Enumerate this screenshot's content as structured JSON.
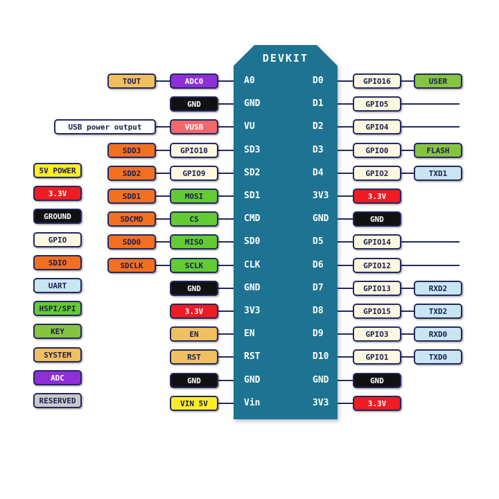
{
  "title": "DEVKIT",
  "colors": {
    "chip": "#1d7391",
    "wire": "#23275f",
    "background": "#ffffff"
  },
  "types": {
    "power5v": {
      "bg": "#f8ed26",
      "fg": "#1c1c4e"
    },
    "power3v3": {
      "bg": "#ee1c23",
      "fg": "#ffffff"
    },
    "ground": {
      "bg": "#111111",
      "fg": "#ffffff"
    },
    "gpio": {
      "bg": "#fdf8e0",
      "fg": "#1c1c4e"
    },
    "sdio": {
      "bg": "#f37021",
      "fg": "#1c1c4e"
    },
    "uart": {
      "bg": "#c8e5f2",
      "fg": "#1c1c4e"
    },
    "hspi": {
      "bg": "#63cb33",
      "fg": "#1c1c4e"
    },
    "key": {
      "bg": "#85c441",
      "fg": "#1c1c4e"
    },
    "system": {
      "bg": "#f0c05f",
      "fg": "#1c1c4e"
    },
    "adc": {
      "bg": "#8e30d6",
      "fg": "#ffffff"
    },
    "reserved": {
      "bg": "#c9c9c9",
      "fg": "#1c1c4e"
    },
    "vusb": {
      "bg": "#f2686c",
      "fg": "#ffffff"
    },
    "note": {
      "bg": "#ffffff",
      "fg": "#1c1c4e"
    }
  },
  "legend": [
    {
      "label": "5V POWER",
      "type": "power5v"
    },
    {
      "label": "3.3V",
      "type": "power3v3"
    },
    {
      "label": "GROUND",
      "type": "ground"
    },
    {
      "label": "GPIO",
      "type": "gpio"
    },
    {
      "label": "SDIO",
      "type": "sdio"
    },
    {
      "label": "UART",
      "type": "uart"
    },
    {
      "label": "HSPI/SPI",
      "type": "hspi"
    },
    {
      "label": "KEY",
      "type": "key"
    },
    {
      "label": "SYSTEM",
      "type": "system"
    },
    {
      "label": "ADC",
      "type": "adc"
    },
    {
      "label": "RESERVED",
      "type": "reserved"
    }
  ],
  "left_rows": [
    {
      "pin": "A0",
      "boxes": [
        {
          "label": "ADC0",
          "type": "adc"
        },
        {
          "label": "TOUT",
          "type": "system"
        }
      ]
    },
    {
      "pin": "GND",
      "boxes": [
        {
          "label": "GND",
          "type": "ground"
        }
      ]
    },
    {
      "pin": "VU",
      "boxes": [
        {
          "label": "VUSB",
          "type": "vusb"
        },
        {
          "label": "USB power output",
          "type": "note",
          "wide": true
        }
      ]
    },
    {
      "pin": "SD3",
      "boxes": [
        {
          "label": "GPIO10",
          "type": "gpio"
        },
        {
          "label": "SDD3",
          "type": "sdio"
        }
      ]
    },
    {
      "pin": "SD2",
      "boxes": [
        {
          "label": "GPIO9",
          "type": "gpio"
        },
        {
          "label": "SDD2",
          "type": "sdio"
        }
      ]
    },
    {
      "pin": "SD1",
      "boxes": [
        {
          "label": "MOSI",
          "type": "hspi"
        },
        {
          "label": "SDD1",
          "type": "sdio"
        }
      ]
    },
    {
      "pin": "CMD",
      "boxes": [
        {
          "label": "CS",
          "type": "hspi"
        },
        {
          "label": "SDCMD",
          "type": "sdio"
        }
      ]
    },
    {
      "pin": "SD0",
      "boxes": [
        {
          "label": "MISO",
          "type": "hspi"
        },
        {
          "label": "SDD0",
          "type": "sdio"
        }
      ]
    },
    {
      "pin": "CLK",
      "boxes": [
        {
          "label": "SCLK",
          "type": "hspi"
        },
        {
          "label": "SDCLK",
          "type": "sdio"
        }
      ]
    },
    {
      "pin": "GND",
      "boxes": [
        {
          "label": "GND",
          "type": "ground"
        }
      ]
    },
    {
      "pin": "3V3",
      "boxes": [
        {
          "label": "3.3V",
          "type": "power3v3"
        }
      ]
    },
    {
      "pin": "EN",
      "boxes": [
        {
          "label": "EN",
          "type": "system"
        }
      ]
    },
    {
      "pin": "RST",
      "boxes": [
        {
          "label": "RST",
          "type": "system"
        }
      ]
    },
    {
      "pin": "GND",
      "boxes": [
        {
          "label": "GND",
          "type": "ground"
        }
      ]
    },
    {
      "pin": "Vin",
      "boxes": [
        {
          "label": "VIN 5V",
          "type": "power5v"
        }
      ]
    }
  ],
  "right_rows": [
    {
      "pin": "D0",
      "boxes": [
        {
          "label": "GPIO16",
          "type": "gpio"
        },
        {
          "label": "USER",
          "type": "key"
        }
      ]
    },
    {
      "pin": "D1",
      "boxes": [
        {
          "label": "GPIO5",
          "type": "gpio"
        }
      ],
      "tail": true
    },
    {
      "pin": "D2",
      "boxes": [
        {
          "label": "GPIO4",
          "type": "gpio"
        }
      ],
      "tail": true
    },
    {
      "pin": "D3",
      "boxes": [
        {
          "label": "GPIO0",
          "type": "gpio"
        },
        {
          "label": "FLASH",
          "type": "key"
        }
      ]
    },
    {
      "pin": "D4",
      "boxes": [
        {
          "label": "GPIO2",
          "type": "gpio"
        },
        {
          "label": "TXD1",
          "type": "uart"
        }
      ]
    },
    {
      "pin": "3V3",
      "boxes": [
        {
          "label": "3.3V",
          "type": "power3v3"
        }
      ]
    },
    {
      "pin": "GND",
      "boxes": [
        {
          "label": "GND",
          "type": "ground"
        }
      ]
    },
    {
      "pin": "D5",
      "boxes": [
        {
          "label": "GPIO14",
          "type": "gpio"
        }
      ],
      "tail": true
    },
    {
      "pin": "D6",
      "boxes": [
        {
          "label": "GPIO12",
          "type": "gpio"
        }
      ],
      "tail": true
    },
    {
      "pin": "D7",
      "boxes": [
        {
          "label": "GPIO13",
          "type": "gpio"
        },
        {
          "label": "RXD2",
          "type": "uart"
        }
      ]
    },
    {
      "pin": "D8",
      "boxes": [
        {
          "label": "GPIO15",
          "type": "gpio"
        },
        {
          "label": "TXD2",
          "type": "uart"
        }
      ]
    },
    {
      "pin": "D9",
      "boxes": [
        {
          "label": "GPIO3",
          "type": "gpio"
        },
        {
          "label": "RXD0",
          "type": "uart"
        }
      ]
    },
    {
      "pin": "D10",
      "boxes": [
        {
          "label": "GPIO1",
          "type": "gpio"
        },
        {
          "label": "TXD0",
          "type": "uart"
        }
      ]
    },
    {
      "pin": "GND",
      "boxes": [
        {
          "label": "GND",
          "type": "ground"
        }
      ]
    },
    {
      "pin": "3V3",
      "boxes": [
        {
          "label": "3.3V",
          "type": "power3v3"
        }
      ]
    }
  ]
}
